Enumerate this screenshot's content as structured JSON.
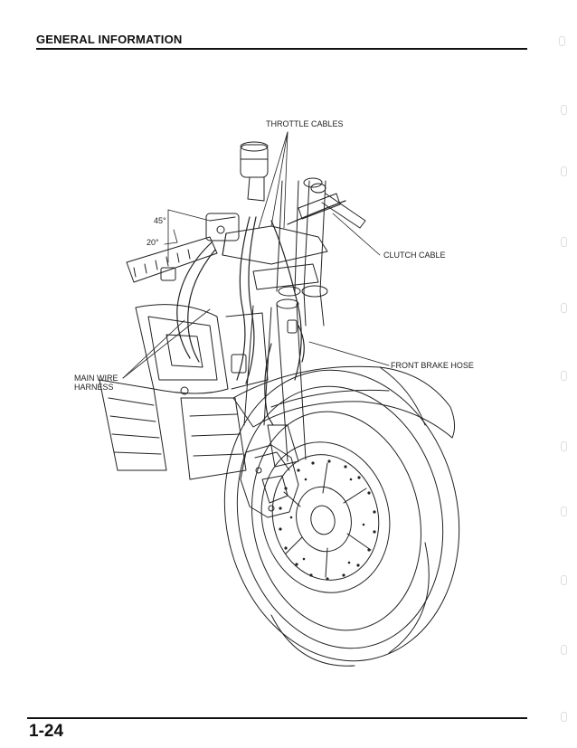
{
  "header": {
    "section_title": "GENERAL INFORMATION"
  },
  "figure": {
    "labels": {
      "throttle_cables": "THROTTLE CABLES",
      "clutch_cable": "CLUTCH CABLE",
      "front_brake_hose": "FRONT BRAKE HOSE",
      "main_wire_line1": "MAIN WIRE",
      "main_wire_line2": "HARNESS",
      "angle_45": "45°",
      "angle_20": "20°"
    }
  },
  "footer": {
    "page_number": "1-24"
  }
}
